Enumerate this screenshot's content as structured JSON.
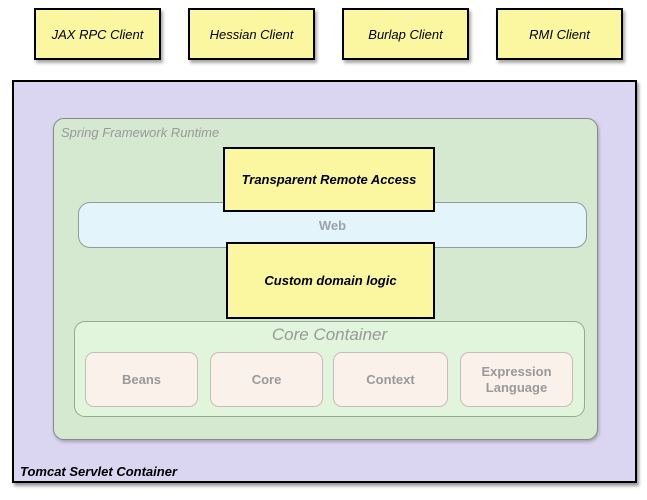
{
  "colors": {
    "client-yellow": "#FAF7A0",
    "lavender": "#DAD6F2",
    "runtime-green": "#D5E8D0",
    "core-green": "#E0F5DC",
    "web-blue": "#E4F4FB",
    "module-pink": "#FBF1EB",
    "border-black": "#000000",
    "gray-text": "#999999"
  },
  "clients": [
    {
      "label": "JAX RPC Client"
    },
    {
      "label": "Hessian Client"
    },
    {
      "label": "Burlap Client"
    },
    {
      "label": "RMI Client"
    }
  ],
  "tomcat": {
    "label": "Tomcat Servlet Container"
  },
  "spring_runtime": {
    "label": "Spring Framework Runtime"
  },
  "transparent_remote_access": {
    "label": "Transparent Remote Access"
  },
  "web": {
    "label": "Web"
  },
  "custom_domain_logic": {
    "label": "Custom domain logic"
  },
  "core_container": {
    "label": "Core Container",
    "modules": [
      "Beans",
      "Core",
      "Context",
      "Expression Language"
    ]
  }
}
